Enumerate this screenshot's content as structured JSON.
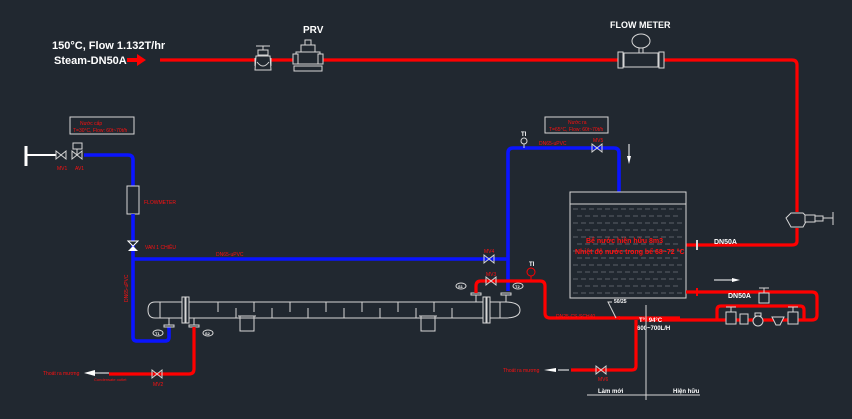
{
  "steam_inlet": {
    "line1": "150°C, Flow 1.132T/hr",
    "line2": "Steam-DN50A"
  },
  "labels": {
    "prv": "PRV",
    "flow_meter_top": "FLOW METER",
    "cold_water_box_line1": "Nước cấp",
    "cold_water_box_line2": "T=30°C, Flow: 60t~70t/h",
    "hot_water_box_line1": "Nước ra",
    "hot_water_box_line2": "T=65°C, Flow: 60t~70t/h",
    "valve_mv1": "MV1",
    "valve_av1": "AV1",
    "flowmeter_side": "FLOWMETER",
    "check_valve": "VAN 1 CHIỀU",
    "pipe_upvc_lower": "DN65-uPVC",
    "pipe_upvc_upper": "DN65-uPVC",
    "pipe_upvc_vertical": "DN65-uPVC",
    "valve_mv4": "MV4",
    "valve_mv3": "MV3",
    "valve_mv5": "MV5",
    "valve_mv2": "MV2",
    "valve_mv6": "MV6",
    "ti_upper": "TI",
    "ti_lower": "TI",
    "nozzle_t1": "T1",
    "nozzle_t2": "T2",
    "nozzle_s1": "S1",
    "nozzle_s2": "S2",
    "drain_left": "Thoát ra mương",
    "condensate_outlet": "Condensate outlet",
    "drain_right": "Thoát ra mương",
    "tank_line1": "Bể nước hiện hữu 8m3",
    "tank_line2": "Nhiệt độ nước trong bể 68~72 °C",
    "dn50a_right": "DN50A",
    "dn50a_lower": "DN50A",
    "pipe_sch40": "DN25-CS-SCH40",
    "fitting_size": "50/25",
    "condensate_temp": "T°: 94°C",
    "condensate_flow": "600~700L/H",
    "zone_new": "Làm mới",
    "zone_existing": "Hiện hữu"
  },
  "colors": {
    "background": "#212830",
    "steam_pipe": "#ff0000",
    "water_pipe": "#0a14ff",
    "symbol": "#d6d6d6"
  }
}
